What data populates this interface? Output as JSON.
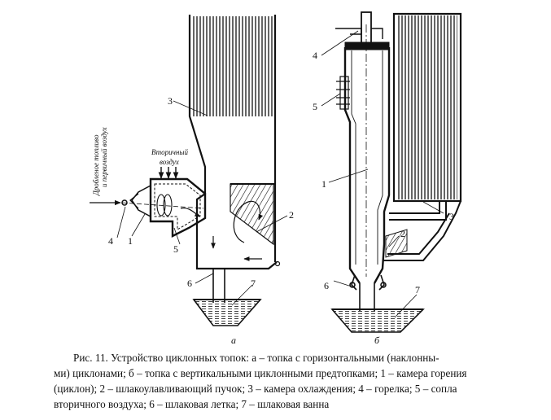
{
  "figure": {
    "left": {
      "sublabel": "а",
      "secondary_air": [
        "Вторичный",
        "воздух"
      ],
      "fuel_air": [
        "Дробленое топливо",
        "и первичный воздух"
      ],
      "callouts": [
        "1",
        "2",
        "3",
        "4",
        "5",
        "6",
        "7"
      ]
    },
    "right": {
      "sublabel": "б",
      "callouts": [
        "1",
        "2",
        "3",
        "4",
        "5",
        "6",
        "7"
      ]
    }
  },
  "caption": {
    "lines": [
      "Рис. 11. Устройство циклонных топок: а – топка с горизонтальными   (наклонны-",
      "ми) циклонами; б – топка с вертикальными циклонными предтопками; 1 – камера горения",
      "(циклон); 2 – шлакоулавливающий пучок; 3 – камера  охлаждения; 4 – горелка; 5 – сопла",
      "вторичного воздуха; 6 – шлаковая летка; 7 – шлаковая ванна"
    ]
  }
}
